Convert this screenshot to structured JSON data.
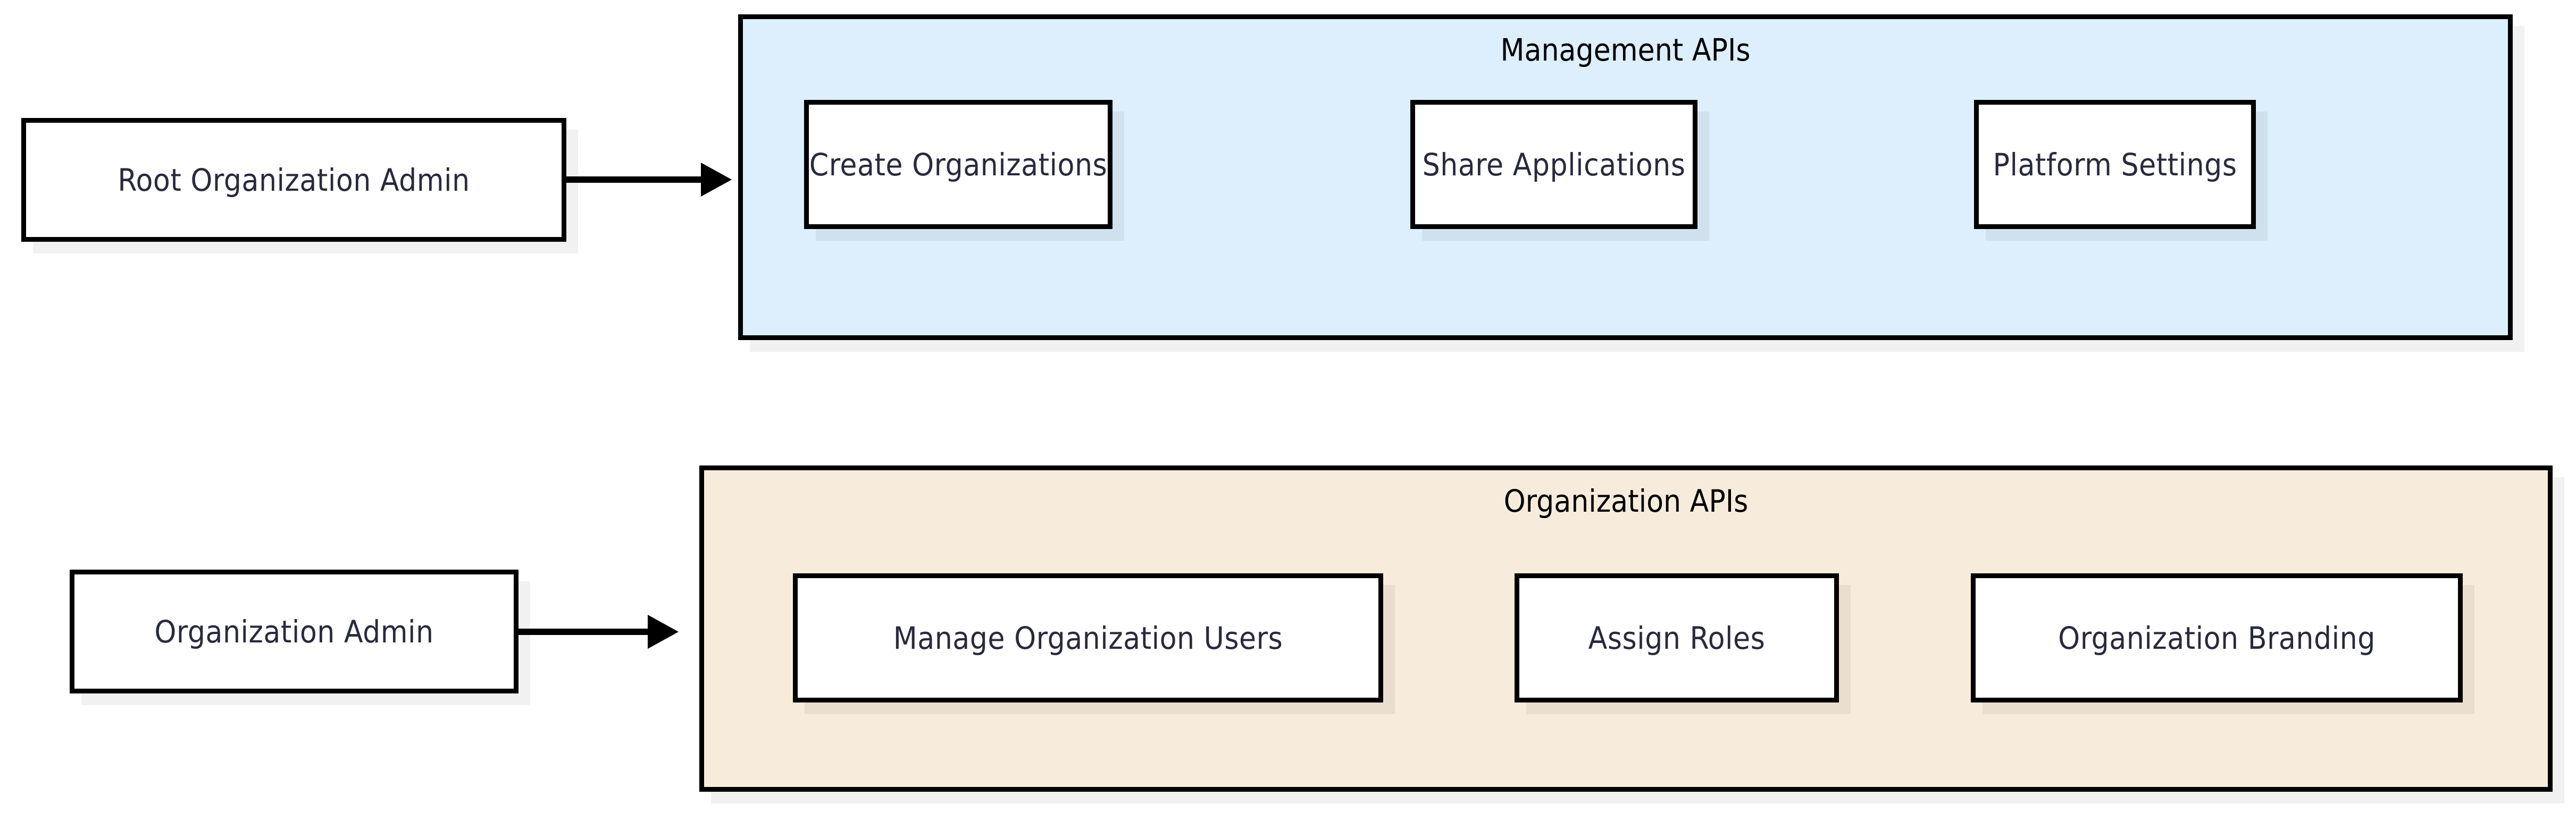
{
  "diagram": {
    "type": "flowchart",
    "title": "",
    "direction": "left-to-right",
    "background_color": "#ffffff",
    "node_fill": "#ffffff",
    "node_border_color": "#000000",
    "node_text_color": "#282a3d",
    "cluster_title_color": "#000000"
  },
  "actors": [
    {
      "id": "root-organization-admin",
      "label": "Root Organization Admin"
    },
    {
      "id": "organization-admin",
      "label": "Organization Admin"
    }
  ],
  "clusters": [
    {
      "id": "management-apis",
      "title": "Management APIs",
      "fill_color": "#ddeffc",
      "source_actor": "Root Organization Admin",
      "nodes": [
        {
          "id": "create-organizations",
          "label": "Create Organizations"
        },
        {
          "id": "share-applications",
          "label": "Share Applications"
        },
        {
          "id": "platform-settings",
          "label": "Platform Settings"
        }
      ]
    },
    {
      "id": "organization-apis",
      "title": "Organization APIs",
      "fill_color": "#f7ecdc",
      "source_actor": "Organization Admin",
      "nodes": [
        {
          "id": "manage-organization-users",
          "label": "Manage Organization Users"
        },
        {
          "id": "assign-roles",
          "label": "Assign Roles"
        },
        {
          "id": "organization-branding",
          "label": "Organization Branding"
        }
      ]
    }
  ],
  "edges": [
    {
      "id": "edge-root-admin-to-management",
      "from": "Root Organization Admin",
      "to": "Management APIs",
      "label": "",
      "style": "solid-arrow"
    },
    {
      "id": "edge-org-admin-to-organization",
      "from": "Organization Admin",
      "to": "Organization APIs",
      "label": "",
      "style": "solid-arrow"
    }
  ]
}
